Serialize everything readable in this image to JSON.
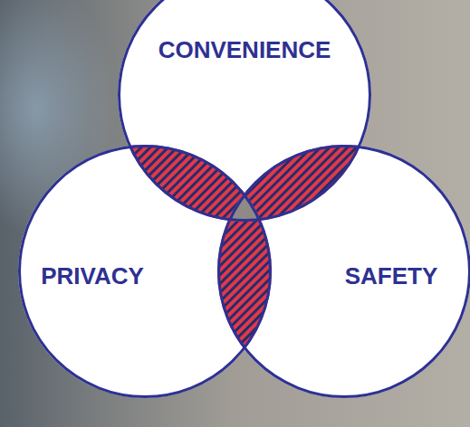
{
  "diagram": {
    "nodes": [
      {
        "text": [
          "CONVENIENCE"
        ]
      },
      {
        "text": [
          "PRIVACY"
        ]
      },
      {
        "text": [
          "SAFETY"
        ]
      }
    ]
  }
}
